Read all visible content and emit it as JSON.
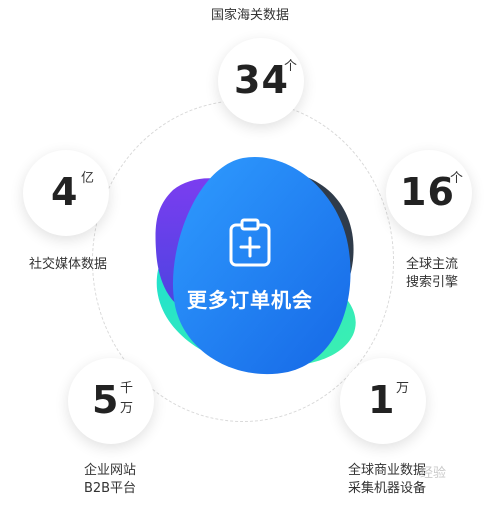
{
  "center": {
    "label": "更多订单机会",
    "icon": "clipboard-plus-icon"
  },
  "sources": {
    "customs": {
      "value": "34",
      "unit": "个",
      "caption": "国家海关数据"
    },
    "search": {
      "value": "16",
      "unit": "个",
      "caption_line1": "全球主流",
      "caption_line2": "搜索引擎"
    },
    "social": {
      "value": "4",
      "unit": "亿",
      "caption": "社交媒体数据"
    },
    "websites": {
      "value": "5",
      "unit_line1": "千",
      "unit_line2": "万",
      "caption_line1": "企业网站",
      "caption_line2": "B2B平台"
    },
    "business": {
      "value": "1",
      "unit": "万",
      "caption_line1": "全球商业数据",
      "caption_line2": "采集机器设备"
    }
  },
  "watermark": "经验",
  "colors": {
    "blue": "#1f82f0",
    "purple": "#6a3fe0",
    "teal": "#2ee0c0",
    "dark": "#2f3b4a"
  }
}
